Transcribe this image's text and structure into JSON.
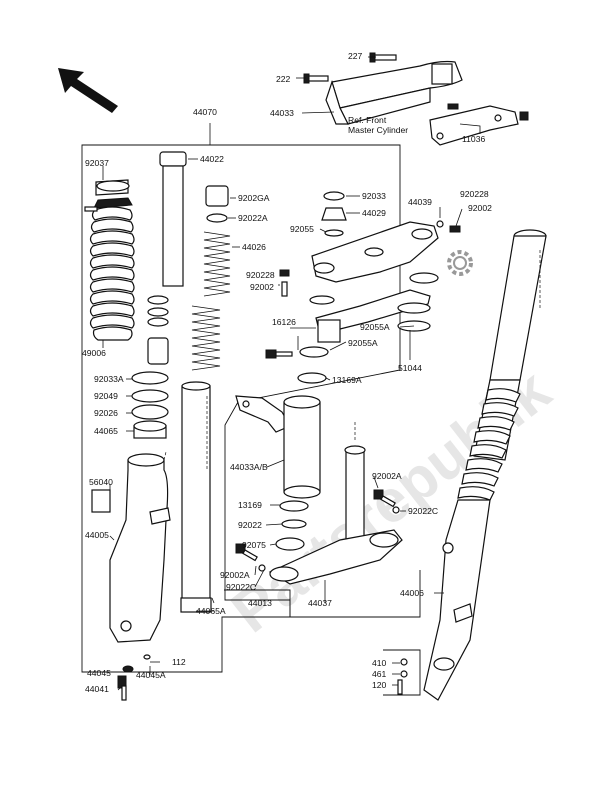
{
  "watermark": "Partsrepublik",
  "reference_note": [
    "Ref. Front",
    "Master Cylinder"
  ],
  "callouts": {
    "c227": "227",
    "c222": "222",
    "c44033": "44033",
    "c11036": "11036",
    "c44070": "44070",
    "c92037": "92037",
    "c44022": "44022",
    "c49006": "49006",
    "c9202GA": "9202GA",
    "c92022A_top": "92022A",
    "c44026": "44026",
    "c92033": "92033",
    "c44029": "44029",
    "c92055": "92055",
    "c44039": "44039",
    "c92022B_top": "920228",
    "c92002_top": "92002",
    "c92022B_mid": "920228",
    "c92002_mid": "92002",
    "c16126": "16126",
    "c92055A_1": "92055A",
    "c92055A_2": "92055A",
    "c51044": "51044",
    "c92033A": "92033A",
    "c92049": "92049",
    "c92026": "92026",
    "c44065": "44065",
    "c13169A": "13169A",
    "c44033AB": "44033A/B",
    "c56040": "56040",
    "c44005": "44005",
    "c13169": "13169",
    "c92002A_right": "92002A",
    "c92022C_right": "92022C",
    "c92022_mid": "92022",
    "c92075": "92075",
    "c92002A_left": "92002A",
    "c92022C_left": "92022C",
    "c44065A": "44065A",
    "c44013": "44013",
    "c44037": "44037",
    "c44006": "44006",
    "c44045": "44045",
    "c112": "112",
    "c44045A": "44045A",
    "c44041": "44041",
    "c410": "410",
    "c461": "461",
    "c120": "120"
  },
  "icons": [
    "direction-arrow-icon",
    "gear-icon"
  ]
}
